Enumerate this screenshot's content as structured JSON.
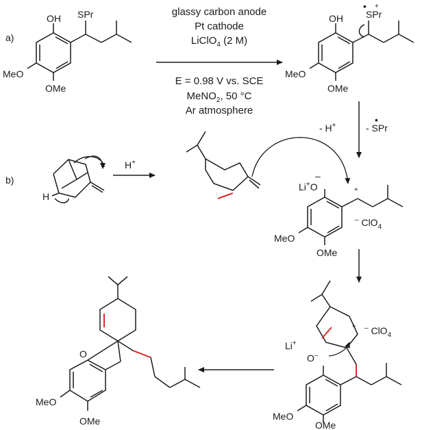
{
  "panels": {
    "a": "a)",
    "b": "b)"
  },
  "conditions": {
    "line1": "glassy carbon anode",
    "line2": "Pt cathode",
    "line3": "LiClO4 (2 M)",
    "line4": "E = 0.98 V vs. SCE",
    "line5": "MeNO2, 50 °C",
    "line6": "Ar atmosphere"
  },
  "labels": {
    "oh": "OH",
    "spr": "SPr",
    "meo": "MeO",
    "ome": "OMe",
    "minus_h": "- H",
    "minus_spr": "- SPr",
    "h_plus": "H",
    "h_atom": "H",
    "li": "Li",
    "o": "O",
    "clo4": "ClO4",
    "plus": "+",
    "minus": "–",
    "dot": "•"
  },
  "colors": {
    "ink": "#1a1a1a",
    "highlight": "#d62a2a"
  }
}
